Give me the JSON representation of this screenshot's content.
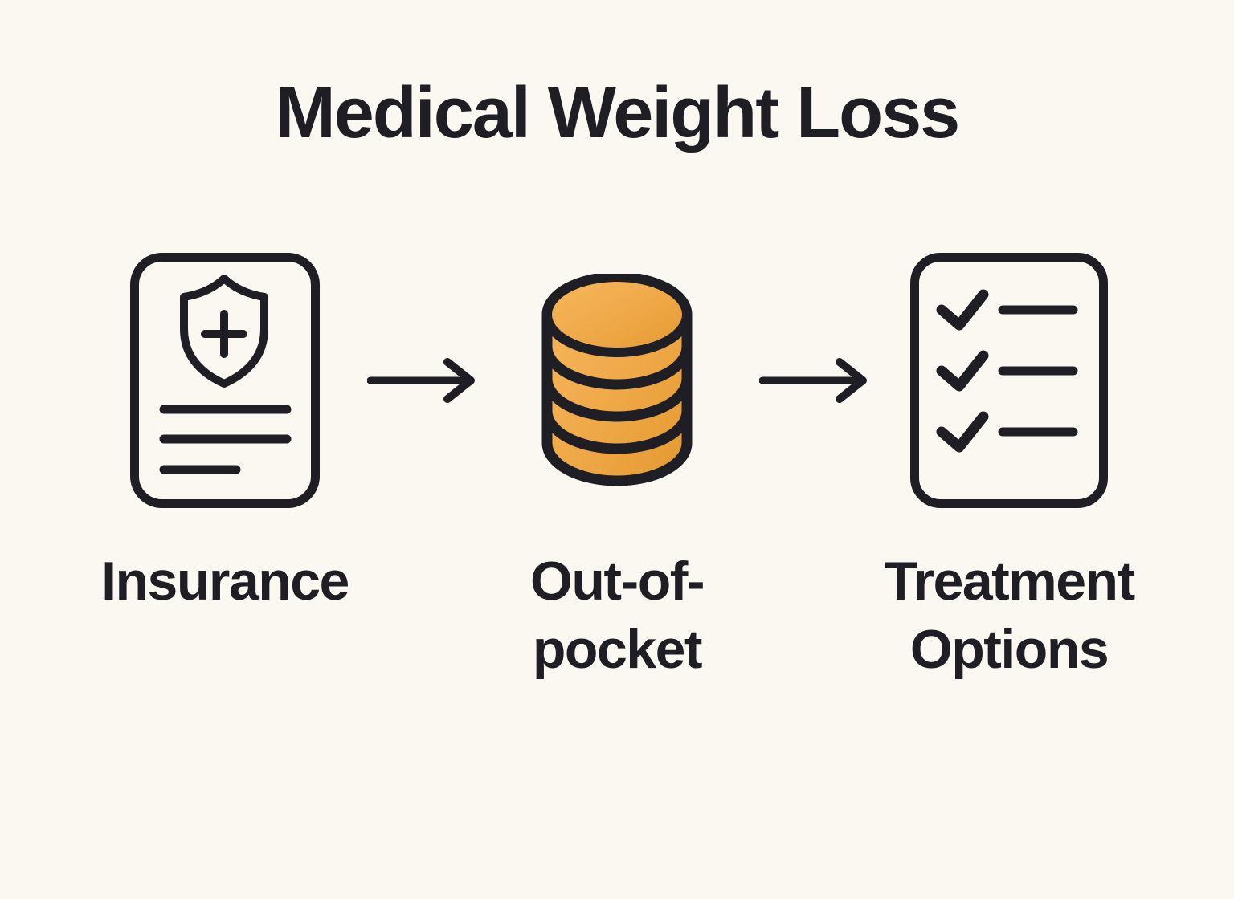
{
  "title": "Medical Weight Loss",
  "steps": [
    {
      "label": "Insurance",
      "icon": "insurance-document-shield-icon"
    },
    {
      "label": "Out-of-\npocket",
      "icon": "coin-stack-icon"
    },
    {
      "label": "Treatment\nOptions",
      "icon": "checklist-document-icon"
    }
  ],
  "connectors": [
    {
      "icon": "arrow-right-icon"
    },
    {
      "icon": "arrow-right-icon"
    }
  ],
  "colors": {
    "background": "#fbf8f2",
    "ink": "#1e1e24",
    "coin_light": "#f6b85e",
    "coin_mid": "#efa847",
    "coin_dark": "#e3992f"
  }
}
